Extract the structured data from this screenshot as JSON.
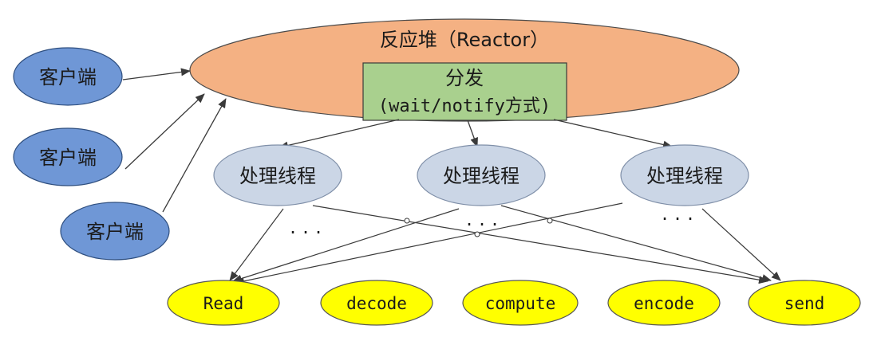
{
  "reactor": {
    "title": "反应堆（Reactor）",
    "fill": "#F4B183"
  },
  "dispatch": {
    "line1": "分发",
    "line2": "(wait/notify方式)",
    "fill": "#A9D08E"
  },
  "clients": {
    "label": "客户端",
    "fill": "#6F97D6"
  },
  "threads": {
    "label": "处理线程",
    "ellipsis": "...",
    "fill": "#CBD6E6"
  },
  "stages": [
    "Read",
    "decode",
    "compute",
    "encode",
    "send"
  ],
  "stage_fill": "#FFFF00"
}
